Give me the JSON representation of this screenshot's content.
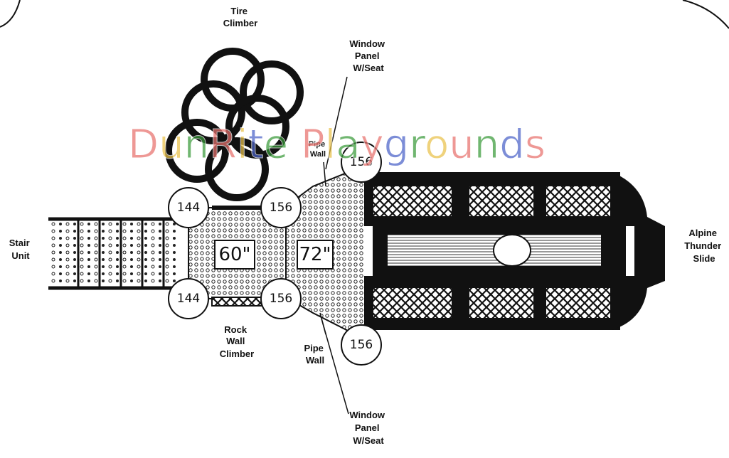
{
  "labels": {
    "tire_climber": [
      "Tire",
      "Climber"
    ],
    "window_panel_top": [
      "Window",
      "Panel",
      "W/Seat"
    ],
    "pipe_wall_top": [
      "Pipe",
      "Wall"
    ],
    "stair_unit": [
      "Stair",
      "Unit"
    ],
    "alpine_slide": [
      "Alpine",
      "Thunder",
      "Slide"
    ],
    "rock_wall": [
      "Rock",
      "Wall",
      "Climber"
    ],
    "pipe_wall_bottom": [
      "Pipe",
      "Wall"
    ],
    "window_panel_bottom": [
      "Window",
      "Panel",
      "W/Seat"
    ]
  },
  "posts": {
    "top_left": "144",
    "top_mid": "156",
    "top_right": "156",
    "bottom_left": "144",
    "bottom_mid": "156",
    "bottom_right": "156"
  },
  "decks": {
    "left": "60\"",
    "right": "72\""
  },
  "watermark": {
    "letters": [
      "D",
      "u",
      "n",
      "R",
      "i",
      "t",
      "e",
      " ",
      "P",
      "l",
      "a",
      "y",
      "g",
      "r",
      "o",
      "u",
      "n",
      "d",
      "s"
    ],
    "colors": [
      "#e8716d",
      "#e9c24a",
      "#3a9a3a",
      "#e8716d",
      "#e9c24a",
      "#4a62c9",
      "#3a9a3a",
      "#ffffff",
      "#e8716d",
      "#e9c24a",
      "#3a9a3a",
      "#e8716d",
      "#4a62c9",
      "#3a9a3a",
      "#e9c24a",
      "#e8716d",
      "#3a9a3a",
      "#4a62c9",
      "#e8716d"
    ]
  }
}
